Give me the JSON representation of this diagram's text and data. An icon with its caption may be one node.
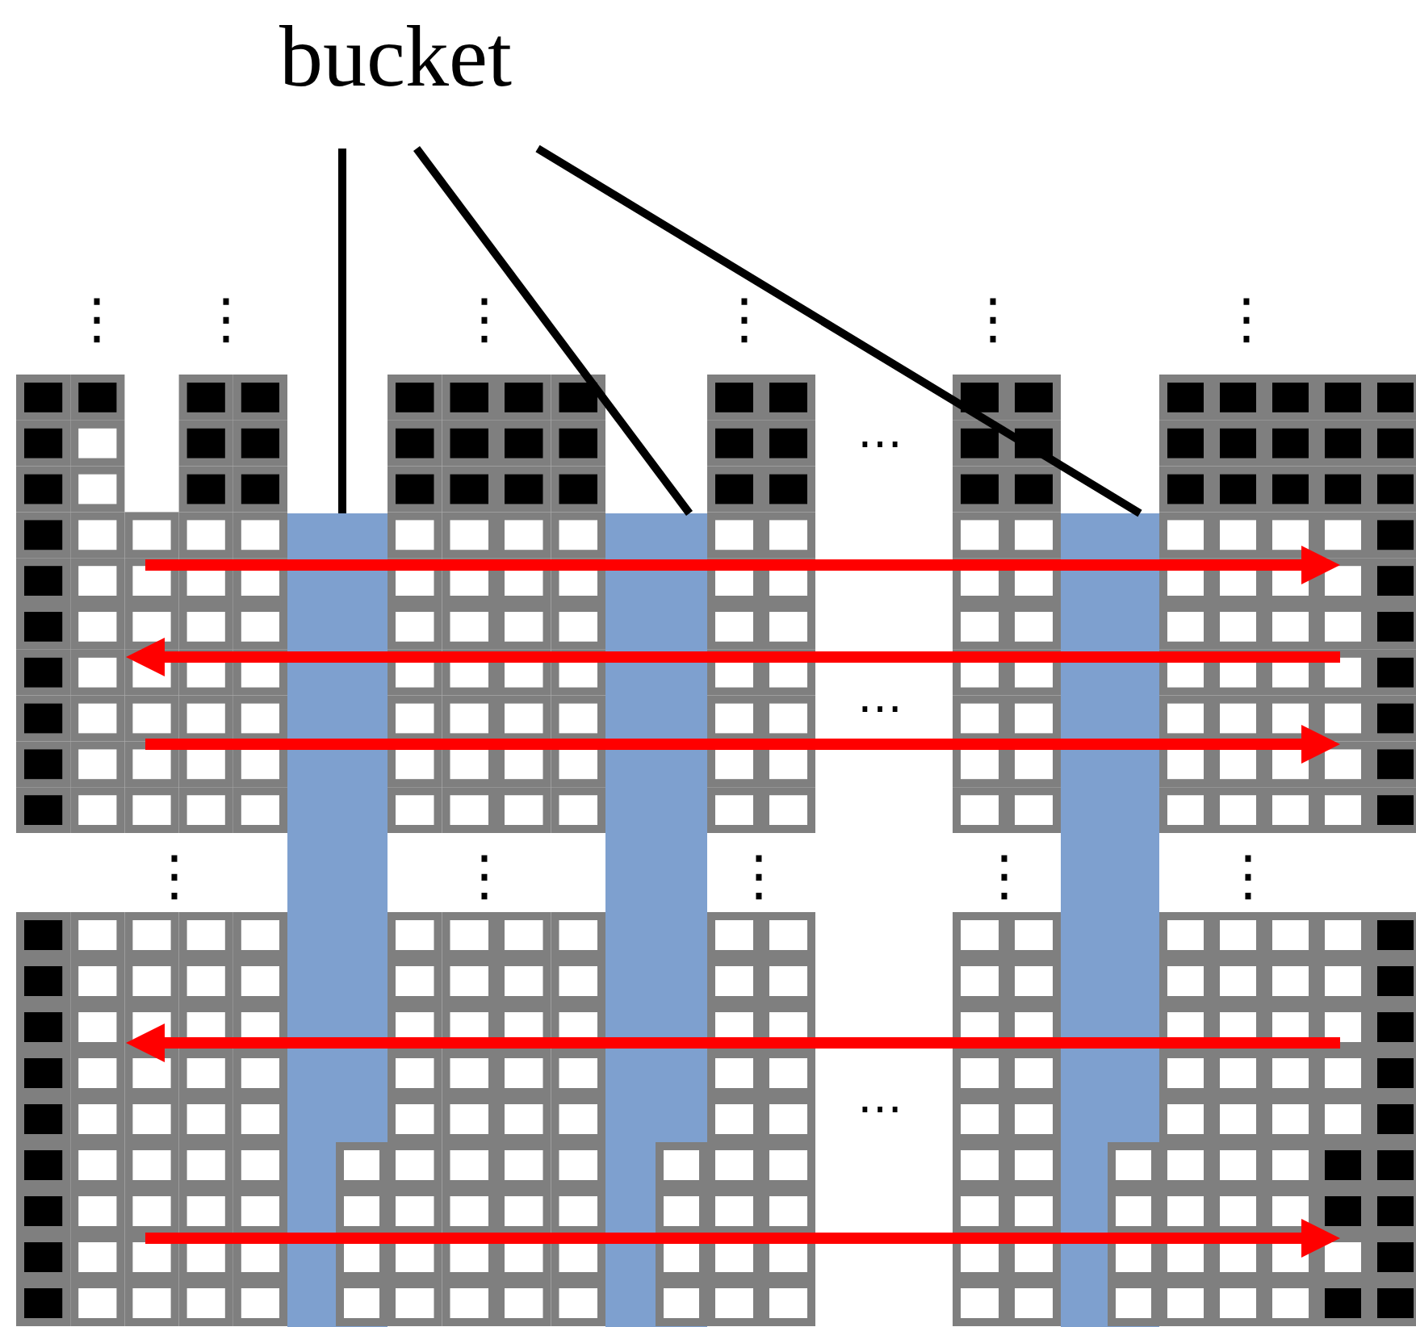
{
  "diagram": {
    "nodes": [
      {
        "text": [
          "bucket"
        ]
      },
      {
        "text": [],
        "shape": "bar"
      },
      {
        "text": [],
        "shape": "bar"
      },
      {
        "text": [],
        "shape": "bar"
      }
    ],
    "edges": [
      {
        "from": 0,
        "to": 1,
        "arrow": "none"
      },
      {
        "from": 0,
        "to": 2,
        "arrow": "none"
      },
      {
        "from": 0,
        "to": 3,
        "arrow": "none"
      }
    ],
    "labels": [
      "⋮",
      "⋮",
      "⋮",
      "⋮",
      "⋮",
      "⋮",
      "…",
      "…",
      "⋮",
      "⋮",
      "⋮",
      "⋮",
      "⋮",
      "…"
    ]
  }
}
